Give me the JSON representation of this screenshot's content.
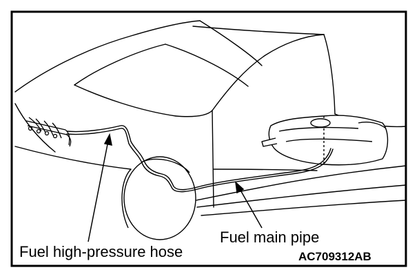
{
  "labels": {
    "fuel_high_pressure_hose": "Fuel high-pressure hose",
    "fuel_main_pipe": "Fuel main pipe"
  },
  "figure_id": "AC709312AB",
  "colors": {
    "line": "#000000",
    "background": "#ffffff"
  }
}
